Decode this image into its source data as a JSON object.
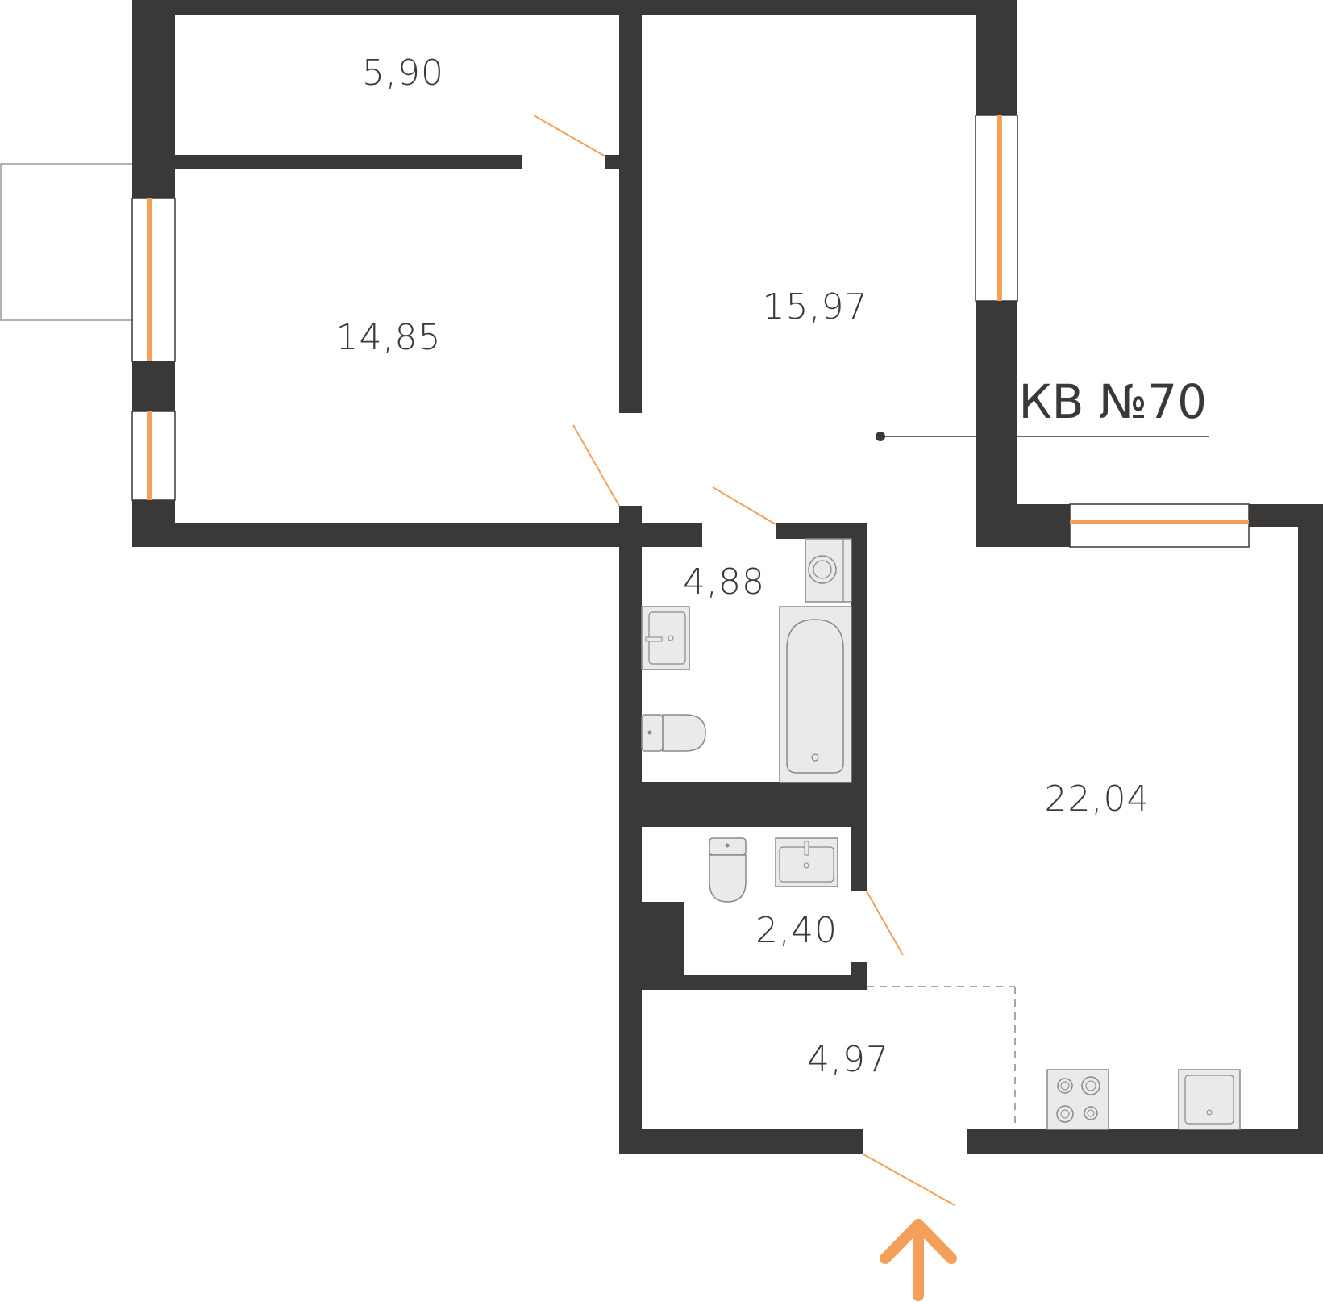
{
  "apartment": {
    "label": "КВ №70"
  },
  "rooms": [
    {
      "id": "storage",
      "area": "5,90"
    },
    {
      "id": "bedroom",
      "area": "14,85"
    },
    {
      "id": "living",
      "area": "15,97"
    },
    {
      "id": "bathroom",
      "area": "4,88"
    },
    {
      "id": "kitchen-living",
      "area": "22,04"
    },
    {
      "id": "wc",
      "area": "2,40"
    },
    {
      "id": "hallway",
      "area": "4,97"
    }
  ],
  "colors": {
    "wall": "#3b3838",
    "accent": "#f4a05a",
    "fixture": "#eceae9",
    "fixture_stroke": "#8a8787"
  },
  "icons": [
    "entrance-arrow-icon",
    "bathtub-icon",
    "toilet-icon",
    "sink-icon",
    "washing-machine-icon",
    "stove-icon",
    "kitchen-sink-icon"
  ]
}
